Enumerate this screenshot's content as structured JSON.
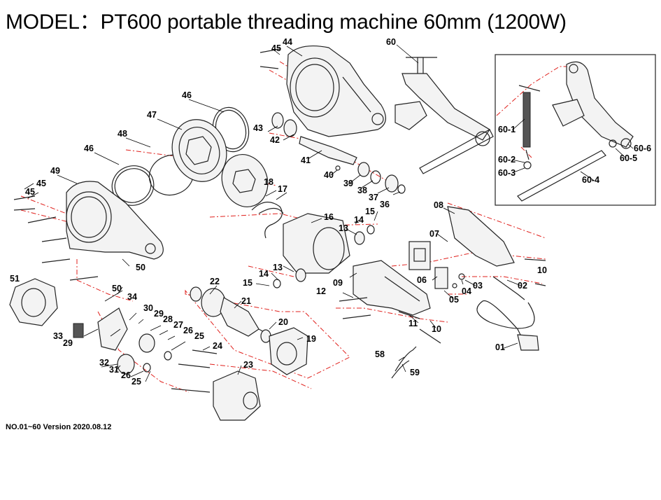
{
  "title": "MODEL：PT600  portable threading machine 60mm (1200W)",
  "version": "NO.01~60  Version 2020.08.12",
  "parts": {
    "p01": "01",
    "p02": "02",
    "p03": "03",
    "p04": "04",
    "p05": "05",
    "p06": "06",
    "p07": "07",
    "p08": "08",
    "p09": "09",
    "p10a": "10",
    "p10b": "10",
    "p11": "11",
    "p12": "12",
    "p13a": "13",
    "p13b": "13",
    "p14a": "14",
    "p14b": "14",
    "p15a": "15",
    "p15b": "15",
    "p16": "16",
    "p17": "17",
    "p18": "18",
    "p19": "19",
    "p20": "20",
    "p21": "21",
    "p22": "22",
    "p23": "23",
    "p24": "24",
    "p25a": "25",
    "p25b": "25",
    "p26a": "26",
    "p26b": "26",
    "p27": "27",
    "p28": "28",
    "p29a": "29",
    "p29b": "29",
    "p30": "30",
    "p31": "31",
    "p32": "32",
    "p33": "33",
    "p34": "34",
    "p36": "36",
    "p37": "37",
    "p38": "38",
    "p39": "39",
    "p40": "40",
    "p41": "41",
    "p42": "42",
    "p43": "43",
    "p44": "44",
    "p45a": "45",
    "p45b": "45",
    "p45c": "45",
    "p46a": "46",
    "p46b": "46",
    "p47": "47",
    "p48": "48",
    "p49": "49",
    "p50a": "50",
    "p50b": "50",
    "p51": "51",
    "p58": "58",
    "p59": "59",
    "p60": "60",
    "p60_1": "60-1",
    "p60_2": "60-2",
    "p60_3": "60-3",
    "p60_4": "60-4",
    "p60_5": "60-5",
    "p60_6": "60-6"
  }
}
